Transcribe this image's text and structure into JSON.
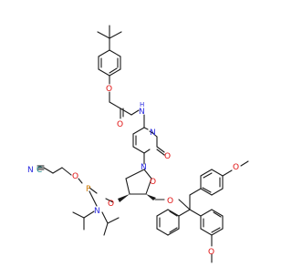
{
  "structure": {
    "atoms": {
      "O_ether_top": "O",
      "O_amide": "O",
      "N_amide": "N",
      "H_amide": "H",
      "N_pyrimidine": "N",
      "O_carbonyl": "O",
      "N_nucleobase": "N",
      "O_ring": "O",
      "O_trityl": "O",
      "O_methoxy_top": "O",
      "O_methoxy_bottom": "O",
      "O_phosphite": "O",
      "P": "P",
      "O_cyanoethyl": "O",
      "N_nitrile": "N",
      "C_nitrile": "C",
      "N_amine": "N"
    },
    "colors": {
      "oxygen": "#e01010",
      "nitrogen": "#2a2ae0",
      "phosphorus": "#d07a00",
      "carbon_cyano": "#1a8a8a",
      "bond": "#1a1a1a"
    }
  }
}
